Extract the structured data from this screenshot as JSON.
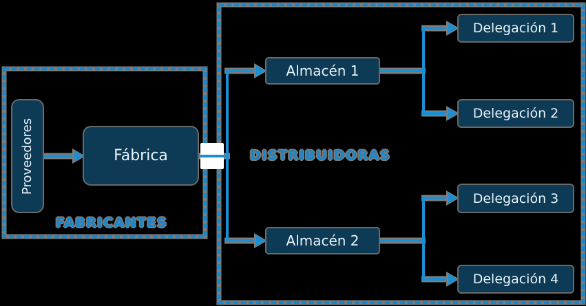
{
  "diagram": {
    "groups": [
      {
        "id": "fabricantes",
        "label": "FABRICANTES"
      },
      {
        "id": "distribuidoras",
        "label": "DISTRIBUIDORAS"
      }
    ],
    "nodes": [
      {
        "id": "proveedores",
        "label": "Proveedores",
        "group": "fabricantes"
      },
      {
        "id": "fabrica",
        "label": "Fábrica",
        "group": "fabricantes"
      },
      {
        "id": "almacen1",
        "label": "Almacén 1",
        "group": "distribuidoras"
      },
      {
        "id": "almacen2",
        "label": "Almacén 2",
        "group": "distribuidoras"
      },
      {
        "id": "delegacion1",
        "label": "Delegación 1",
        "group": "distribuidoras"
      },
      {
        "id": "delegacion2",
        "label": "Delegación 2",
        "group": "distribuidoras"
      },
      {
        "id": "delegacion3",
        "label": "Delegación 3",
        "group": "distribuidoras"
      },
      {
        "id": "delegacion4",
        "label": "Delegación 4",
        "group": "distribuidoras"
      }
    ],
    "edges": [
      {
        "from": "Proveedores",
        "to": "Fábrica"
      },
      {
        "from": "Fábrica",
        "to": "Almacén 1"
      },
      {
        "from": "Fábrica",
        "to": "Almacén 2"
      },
      {
        "from": "Almacén 1",
        "to": "Delegación 1"
      },
      {
        "from": "Almacén 1",
        "to": "Delegación 2"
      },
      {
        "from": "Almacén 2",
        "to": "Delegación 3"
      },
      {
        "from": "Almacén 2",
        "to": "Delegación 4"
      }
    ],
    "colors": {
      "background": "#000000",
      "node_fill": "#0d3a54",
      "node_text": "#e8f3fa",
      "accent_blue": "#1787cc",
      "line_blue": "#1b8fd2",
      "halo_gray": "#7d7d7d",
      "crossing_patch": "#ffffff"
    }
  }
}
